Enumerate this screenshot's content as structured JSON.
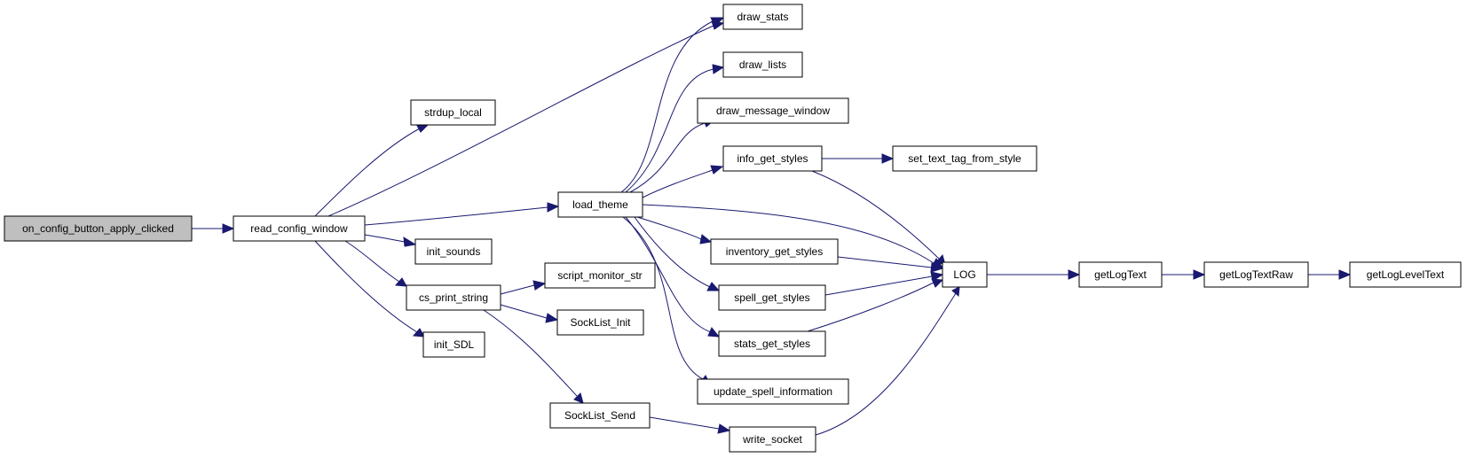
{
  "colors": {
    "edge": "#191970",
    "root_fill": "#bfbfbf",
    "node_fill": "#ffffff",
    "border": "#000000"
  },
  "nodes": {
    "on_config_button_apply_clicked": "on_config_button_apply_clicked",
    "read_config_window": "read_config_window",
    "strdup_local": "strdup_local",
    "load_theme": "load_theme",
    "init_sounds": "init_sounds",
    "cs_print_string": "cs_print_string",
    "init_SDL": "init_SDL",
    "draw_stats": "draw_stats",
    "draw_lists": "draw_lists",
    "draw_message_window": "draw_message_window",
    "info_get_styles": "info_get_styles",
    "inventory_get_styles": "inventory_get_styles",
    "spell_get_styles": "spell_get_styles",
    "stats_get_styles": "stats_get_styles",
    "update_spell_information": "update_spell_information",
    "script_monitor_str": "script_monitor_str",
    "SockList_Init": "SockList_Init",
    "SockList_Send": "SockList_Send",
    "write_socket": "write_socket",
    "set_text_tag_from_style": "set_text_tag_from_style",
    "LOG": "LOG",
    "getLogText": "getLogText",
    "getLogTextRaw": "getLogTextRaw",
    "getLogLevelText": "getLogLevelText"
  },
  "edges": [
    [
      "on_config_button_apply_clicked",
      "read_config_window"
    ],
    [
      "read_config_window",
      "strdup_local"
    ],
    [
      "read_config_window",
      "draw_stats"
    ],
    [
      "read_config_window",
      "load_theme"
    ],
    [
      "read_config_window",
      "init_sounds"
    ],
    [
      "read_config_window",
      "cs_print_string"
    ],
    [
      "read_config_window",
      "init_SDL"
    ],
    [
      "load_theme",
      "draw_stats"
    ],
    [
      "load_theme",
      "draw_lists"
    ],
    [
      "load_theme",
      "draw_message_window"
    ],
    [
      "load_theme",
      "info_get_styles"
    ],
    [
      "load_theme",
      "LOG"
    ],
    [
      "load_theme",
      "inventory_get_styles"
    ],
    [
      "load_theme",
      "spell_get_styles"
    ],
    [
      "load_theme",
      "stats_get_styles"
    ],
    [
      "load_theme",
      "update_spell_information"
    ],
    [
      "info_get_styles",
      "set_text_tag_from_style"
    ],
    [
      "info_get_styles",
      "LOG"
    ],
    [
      "inventory_get_styles",
      "LOG"
    ],
    [
      "spell_get_styles",
      "LOG"
    ],
    [
      "stats_get_styles",
      "LOG"
    ],
    [
      "cs_print_string",
      "script_monitor_str"
    ],
    [
      "cs_print_string",
      "SockList_Init"
    ],
    [
      "cs_print_string",
      "SockList_Send"
    ],
    [
      "SockList_Send",
      "write_socket"
    ],
    [
      "write_socket",
      "LOG"
    ],
    [
      "LOG",
      "getLogText"
    ],
    [
      "getLogText",
      "getLogTextRaw"
    ],
    [
      "getLogTextRaw",
      "getLogLevelText"
    ]
  ]
}
